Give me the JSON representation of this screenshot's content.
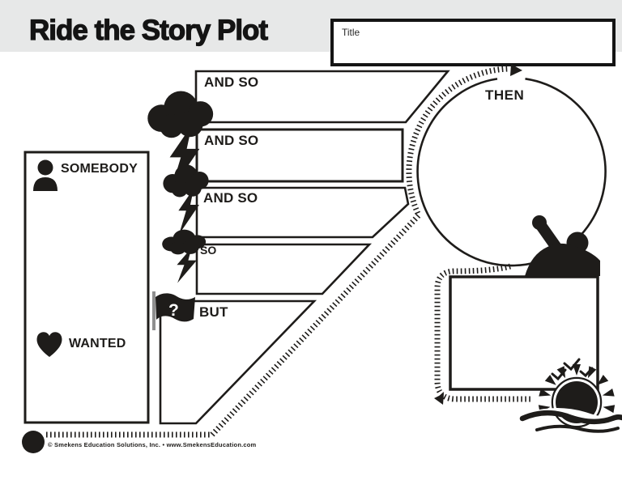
{
  "header": {
    "page_title": "Ride the Story Plot",
    "title_field_label": "Title"
  },
  "character_box": {
    "somebody_label": "SOMEBODY",
    "wanted_label": "WANTED"
  },
  "plot_steps": [
    {
      "label": "AND SO"
    },
    {
      "label": "AND SO"
    },
    {
      "label": "AND SO"
    },
    {
      "label": "SO"
    },
    {
      "label": "BUT"
    }
  ],
  "climax_circle": {
    "label": "THEN"
  },
  "flag_icon": {
    "glyph": "?"
  },
  "footer": {
    "credit_line": "© Smekens Education Solutions, Inc.  •  www.SmekensEducation.com"
  },
  "colors": {
    "header_band": "#e7e8e8",
    "ink": "#1e1c1a",
    "flag_pole": "#8f8f8f"
  }
}
